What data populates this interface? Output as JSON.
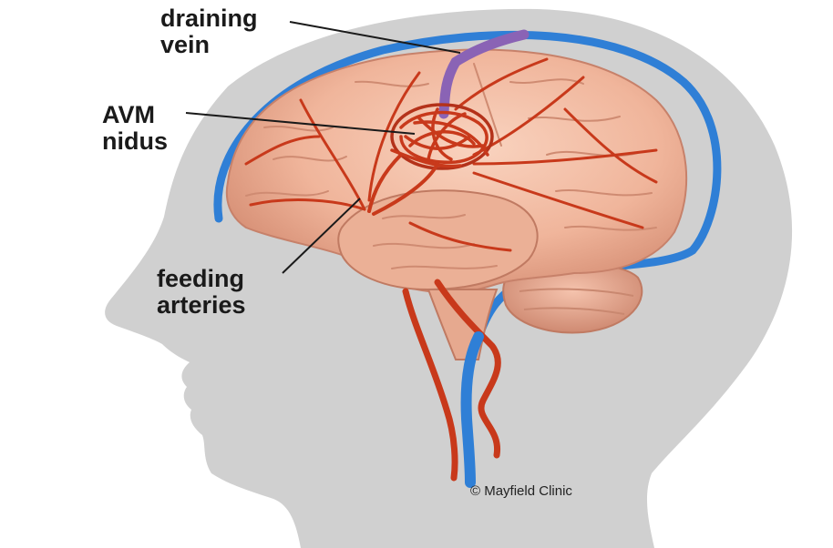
{
  "labels": {
    "draining_vein": [
      "draining",
      "vein"
    ],
    "avm_nidus": [
      "AVM",
      "nidus"
    ],
    "feeding_arteries": [
      "feeding",
      "arteries"
    ]
  },
  "copyright": "© Mayfield Clinic",
  "colors": {
    "head": "#d0d0d0",
    "brain": "#f0b9a0",
    "brain_shadow": "#d9937a",
    "artery": "#c8391b",
    "vein_blue": "#2f7fd6",
    "draining_vein": "#8a63b5",
    "leader_line": "#1a1a1a"
  }
}
